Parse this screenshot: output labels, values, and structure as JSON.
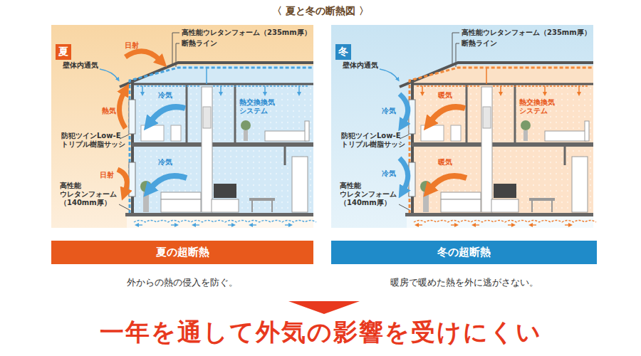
{
  "diagram": {
    "title": "〈 夏と冬の断熱図 〉",
    "caption": "一年を通して外気の影響を受けにくい",
    "nodes": [
      {
        "text": [
          "夏"
        ]
      },
      {
        "text": [
          "冬"
        ]
      },
      {
        "text": [
          "夏の超断熱"
        ]
      },
      {
        "text": [
          "冬の超断熱"
        ]
      }
    ],
    "labels": [
      "日射",
      "壁体内通気",
      "高性能ウレタンフォーム（235mm厚）",
      "断熱ライン",
      "冷気",
      "熱交換換気 システム",
      "熱気",
      "防犯ツインLow-E トリプル樹脂サッシ",
      "冷気",
      "日射",
      "高性能 ウレタンフォーム （140mm厚）",
      "高性能ウレタンフォーム（235mm厚）",
      "断熱ライン",
      "壁体内通気",
      "冷気",
      "暖気",
      "熱交換換気 システム",
      "防犯ツインLow-E トリプル樹脂サッシ",
      "冷気",
      "暖気",
      "高性能 ウレタンフォーム （140mm厚）",
      "外からの熱の侵入を防ぐ。",
      "暖房で暖めた熱を外に逃がさない。"
    ]
  }
}
